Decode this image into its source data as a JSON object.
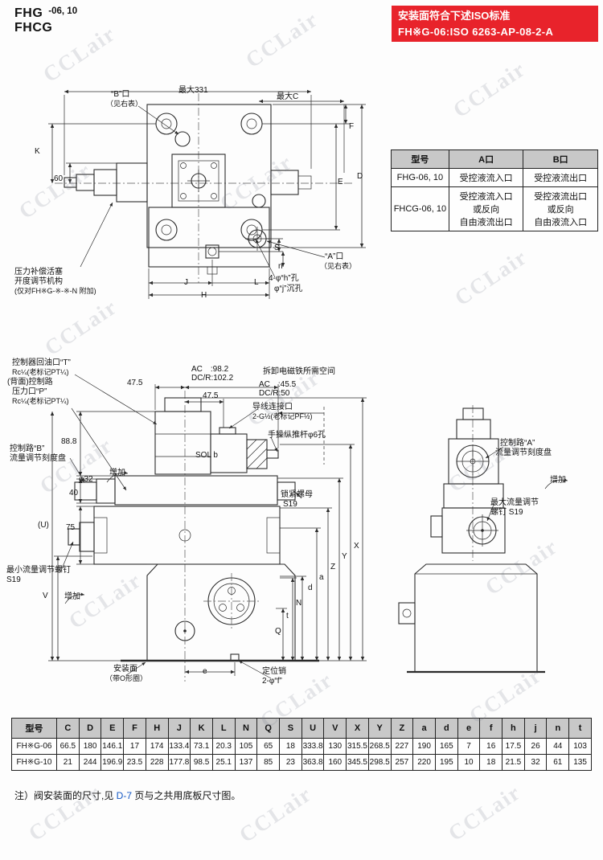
{
  "page": {
    "watermark": "CCLair"
  },
  "header": {
    "model1": "FHG",
    "model2": "FHCG",
    "size": "-06, 10",
    "iso_line1": "安装面符合下述ISO标准",
    "iso_line2": "FH※G-06:ISO 6263-AP-08-2-A"
  },
  "colors": {
    "banner_red": "#e8232b",
    "link_blue": "#1558c4",
    "table_header_gray": "#c8c8c8"
  },
  "top_drawing": {
    "dim_max331": "最大331",
    "dim_maxC": "最大C",
    "port_b": "“B”口",
    "port_b_note": "（见右表）",
    "port_a": "“A”口",
    "port_a_note": "（见右表）",
    "dim_F": "F",
    "dim_E": "E",
    "dim_D": "D",
    "dim_K": "K",
    "dim_60": "60",
    "dim_S": "S",
    "dim_n": "n",
    "dim_J": "J",
    "dim_L": "L",
    "dim_H": "H",
    "holes": "4-φ“h”孔",
    "counterbore": "φ“j”沉孔",
    "piston_note1": "压力补偿活塞",
    "piston_note2": "开度调节机构",
    "piston_note3": "(仅对FH※G-※-※-N 附加)"
  },
  "port_table": {
    "headers": [
      "型号",
      "A口",
      "B口"
    ],
    "rows": [
      [
        "FHG-06, 10",
        "受控液流入口",
        "受控液流出口"
      ],
      [
        "FHCG-06, 10",
        "受控液流入口\n或反向\n自由液流出口",
        "受控液流出口\n或反向\n自由液流入口"
      ]
    ]
  },
  "front_drawing": {
    "drain_port1": "控制器回油口“T”",
    "drain_port2": "Rc¼(老标记PT¼)",
    "back_note": "(背面)控制路",
    "pressure_port1": "压力口“P”",
    "pressure_port2": "Rc¼(老标记PT¼)",
    "dim_47_5_a": "47.5",
    "ac_dim1": "AC　:98.2",
    "ac_dim2": "DC/R:102.2",
    "dim_47_5_b": "47.5",
    "removal_note": "拆卸电磁铁所需空间",
    "removal_ac": "AC　:45.5",
    "removal_dc": "DC/R:50",
    "conduit1": "导线连接口",
    "conduit2": "2-G½(老标记PF½)",
    "manual_pin": "手操纵推杆φ6孔",
    "sol_label": "SOL b",
    "circuit_b1": "控制路“B”",
    "circuit_b2": "流量调节刻度盘",
    "increase": "增加",
    "dim_88_8": "88.8",
    "dim_40": "40",
    "dim_phi32": "φ32",
    "dim_U": "(U)",
    "dim_75": "75",
    "locknut1": "锁紧螺母",
    "locknut2": "S19",
    "min_flow1": "最小流量调节螺钉",
    "min_flow2": "S19",
    "dim_V": "V",
    "mount1": "安装面",
    "mount2": "（带O形圈）",
    "pin1": "定位销",
    "pin2": "2-φ“f”",
    "dim_e": "e",
    "dim_X": "X",
    "dim_Y": "Y",
    "dim_Z": "Z",
    "dim_a": "a",
    "dim_d": "d",
    "dim_t": "t",
    "dim_N": "N",
    "dim_Q": "Q"
  },
  "side_drawing": {
    "circuit_a1": "控制路“A”",
    "circuit_a2": "流量调节刻度盘",
    "increase": "增加",
    "max_flow1": "最大流量调节",
    "max_flow2": "螺钉 S19"
  },
  "dim_table": {
    "headers": [
      "型号",
      "C",
      "D",
      "E",
      "F",
      "H",
      "J",
      "K",
      "L",
      "N",
      "Q",
      "S",
      "U",
      "V",
      "X",
      "Y",
      "Z",
      "a",
      "d",
      "e",
      "f",
      "h",
      "j",
      "n",
      "t"
    ],
    "rows": [
      [
        "FH※G-06",
        "66.5",
        "180",
        "146.1",
        "17",
        "174",
        "133.4",
        "73.1",
        "20.3",
        "105",
        "65",
        "18",
        "333.8",
        "130",
        "315.5",
        "268.5",
        "227",
        "190",
        "165",
        "7",
        "16",
        "17.5",
        "26",
        "44",
        "103"
      ],
      [
        "FH※G-10",
        "21",
        "244",
        "196.9",
        "23.5",
        "228",
        "177.8",
        "98.5",
        "25.1",
        "137",
        "85",
        "23",
        "363.8",
        "160",
        "345.5",
        "298.5",
        "257",
        "220",
        "195",
        "10",
        "18",
        "21.5",
        "32",
        "61",
        "135"
      ]
    ]
  },
  "note": {
    "prefix": "注）阀安装面的尺寸,见 ",
    "link": "D-7",
    "suffix": " 页与之共用底板尺寸图。"
  }
}
